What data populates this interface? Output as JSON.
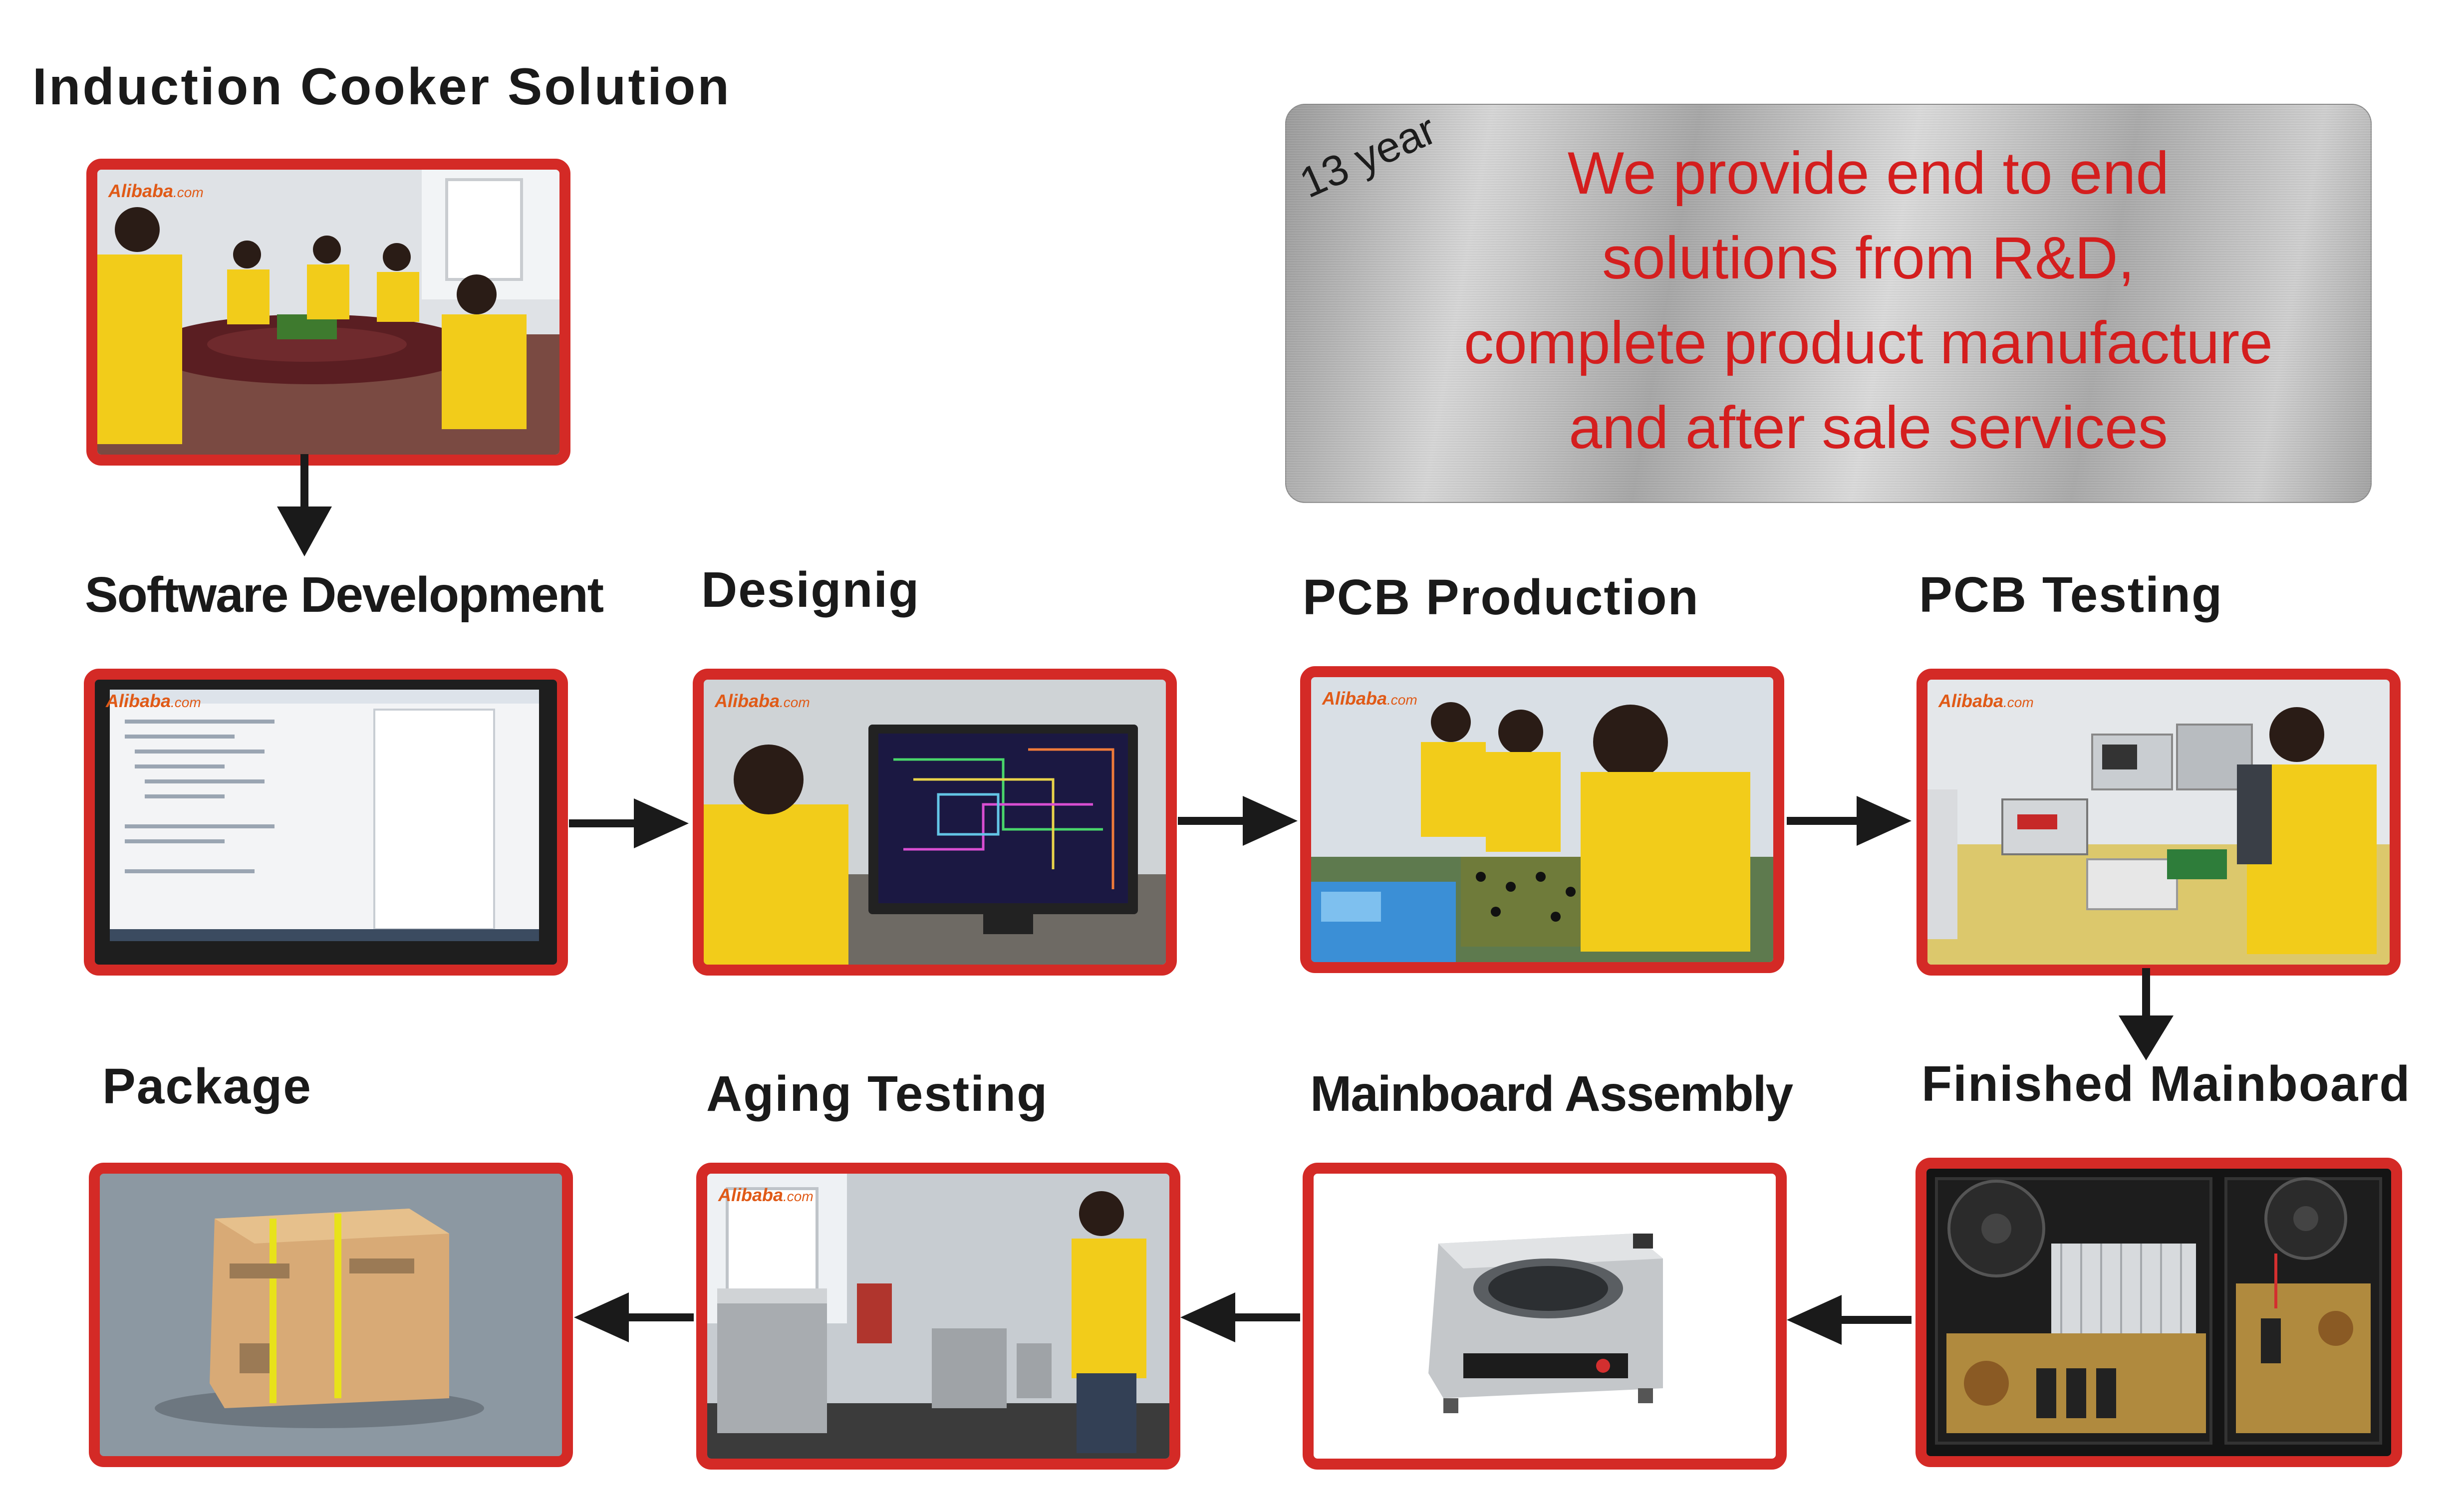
{
  "title": "Induction Cooker Solution",
  "panel": {
    "badge": "13 year",
    "lines": [
      "We provide end to end",
      "solutions from R&D,",
      "complete product manufacture",
      "and after sale services"
    ]
  },
  "steps": [
    {
      "label": "Software Development"
    },
    {
      "label": "Designig"
    },
    {
      "label": "PCB Production"
    },
    {
      "label": "PCB Testing"
    },
    {
      "label": "Finished Mainboard"
    },
    {
      "label": "Mainboard Assembly"
    },
    {
      "label": "Aging Testing"
    },
    {
      "label": "Package"
    }
  ],
  "watermark": {
    "brand": "Alibaba",
    "suffix": ".com"
  },
  "colors": {
    "frame": "#d42a26",
    "headline": "#d41e1e",
    "arrow": "#1a1a1a"
  }
}
